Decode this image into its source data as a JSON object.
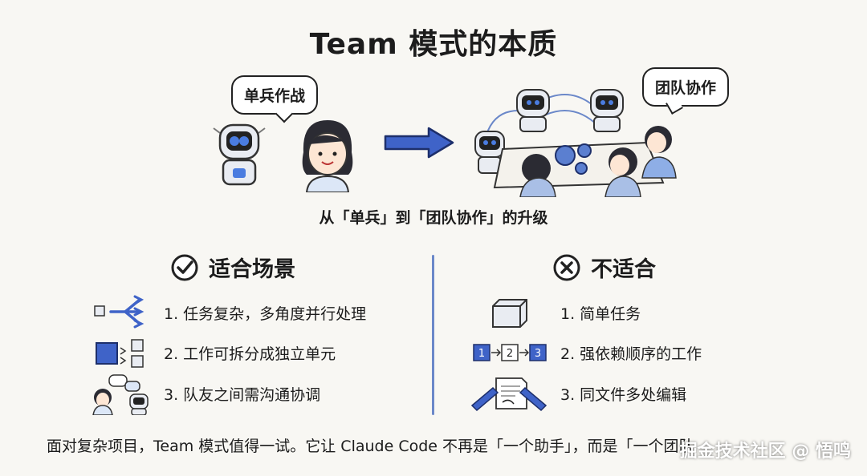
{
  "title": "Team 模式的本质",
  "bubbles": {
    "solo": "单兵作战",
    "team": "团队协作"
  },
  "subtitle": "从「单兵」到「团队协作」的升级",
  "suitable": {
    "heading": "适合场景",
    "items": [
      "1. 任务复杂，多角度并行处理",
      "2. 工作可拆分成独立单元",
      "3. 队友之间需沟通协调"
    ]
  },
  "unsuitable": {
    "heading": "不适合",
    "items": [
      "1. 简单任务",
      "2. 强依赖顺序的工作",
      "3. 同文件多处编辑"
    ],
    "sequence_numbers": [
      "1",
      "2",
      "3"
    ]
  },
  "footer": "面对复杂项目，Team 模式值得一试。它让 Claude Code 不再是「一个助手」，而是「一个团队",
  "watermark": "掘金技术社区 @ 悟鸣",
  "colors": {
    "accent_blue": "#3f63c8",
    "divider": "#6b88c9",
    "background": "#f8f7f3"
  }
}
